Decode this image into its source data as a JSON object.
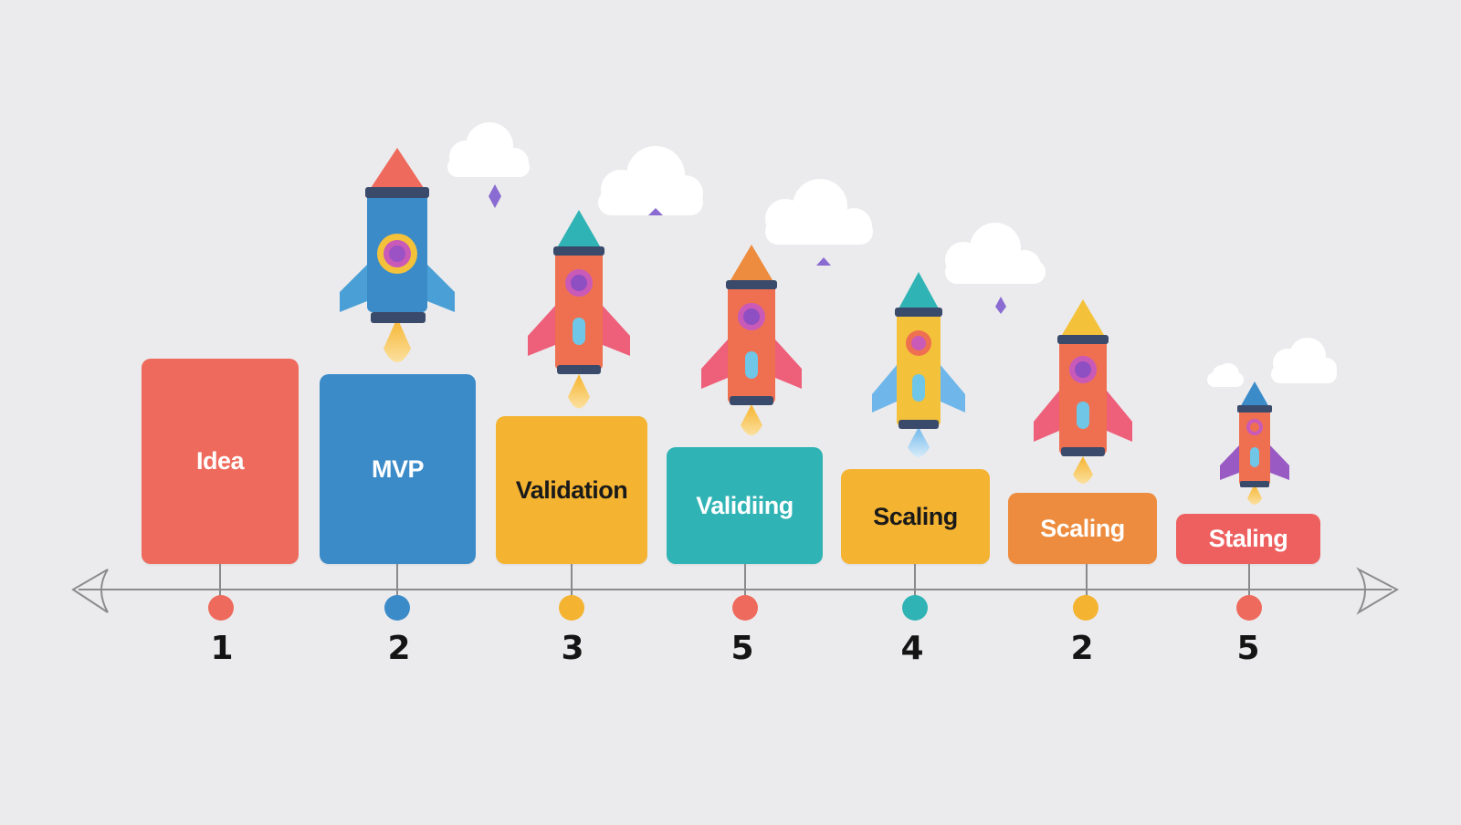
{
  "stages": [
    {
      "label": "Idea",
      "number": "1",
      "color": "#ee6a5c",
      "text_color": "#ffffff"
    },
    {
      "label": "MVP",
      "number": "2",
      "color": "#3b8bc9",
      "text_color": "#ffffff"
    },
    {
      "label": "Validation",
      "number": "3",
      "color": "#f4b331",
      "text_color": "#1a1a1a"
    },
    {
      "label": "Validiing",
      "number": "5",
      "color": "#2fb3b4",
      "text_color": "#ffffff"
    },
    {
      "label": "Scaling",
      "number": "4",
      "color": "#f4b331",
      "text_color": "#1a1a1a"
    },
    {
      "label": "Scaling",
      "number": "2",
      "color": "#ed8c3e",
      "text_color": "#ffffff"
    },
    {
      "label": "Staling",
      "number": "5",
      "color": "#ee6060",
      "text_color": "#ffffff"
    }
  ],
  "dots": [
    "#ee6a5c",
    "#3b8bc9",
    "#f4b331",
    "#ee6a5c",
    "#2fb3b4",
    "#f4b331",
    "#ee6a5c"
  ],
  "icons": {
    "rocket": "rocket-icon",
    "cloud": "cloud-icon",
    "sparkle": "sparkle-icon",
    "arrow": "double-arrow-timeline"
  }
}
